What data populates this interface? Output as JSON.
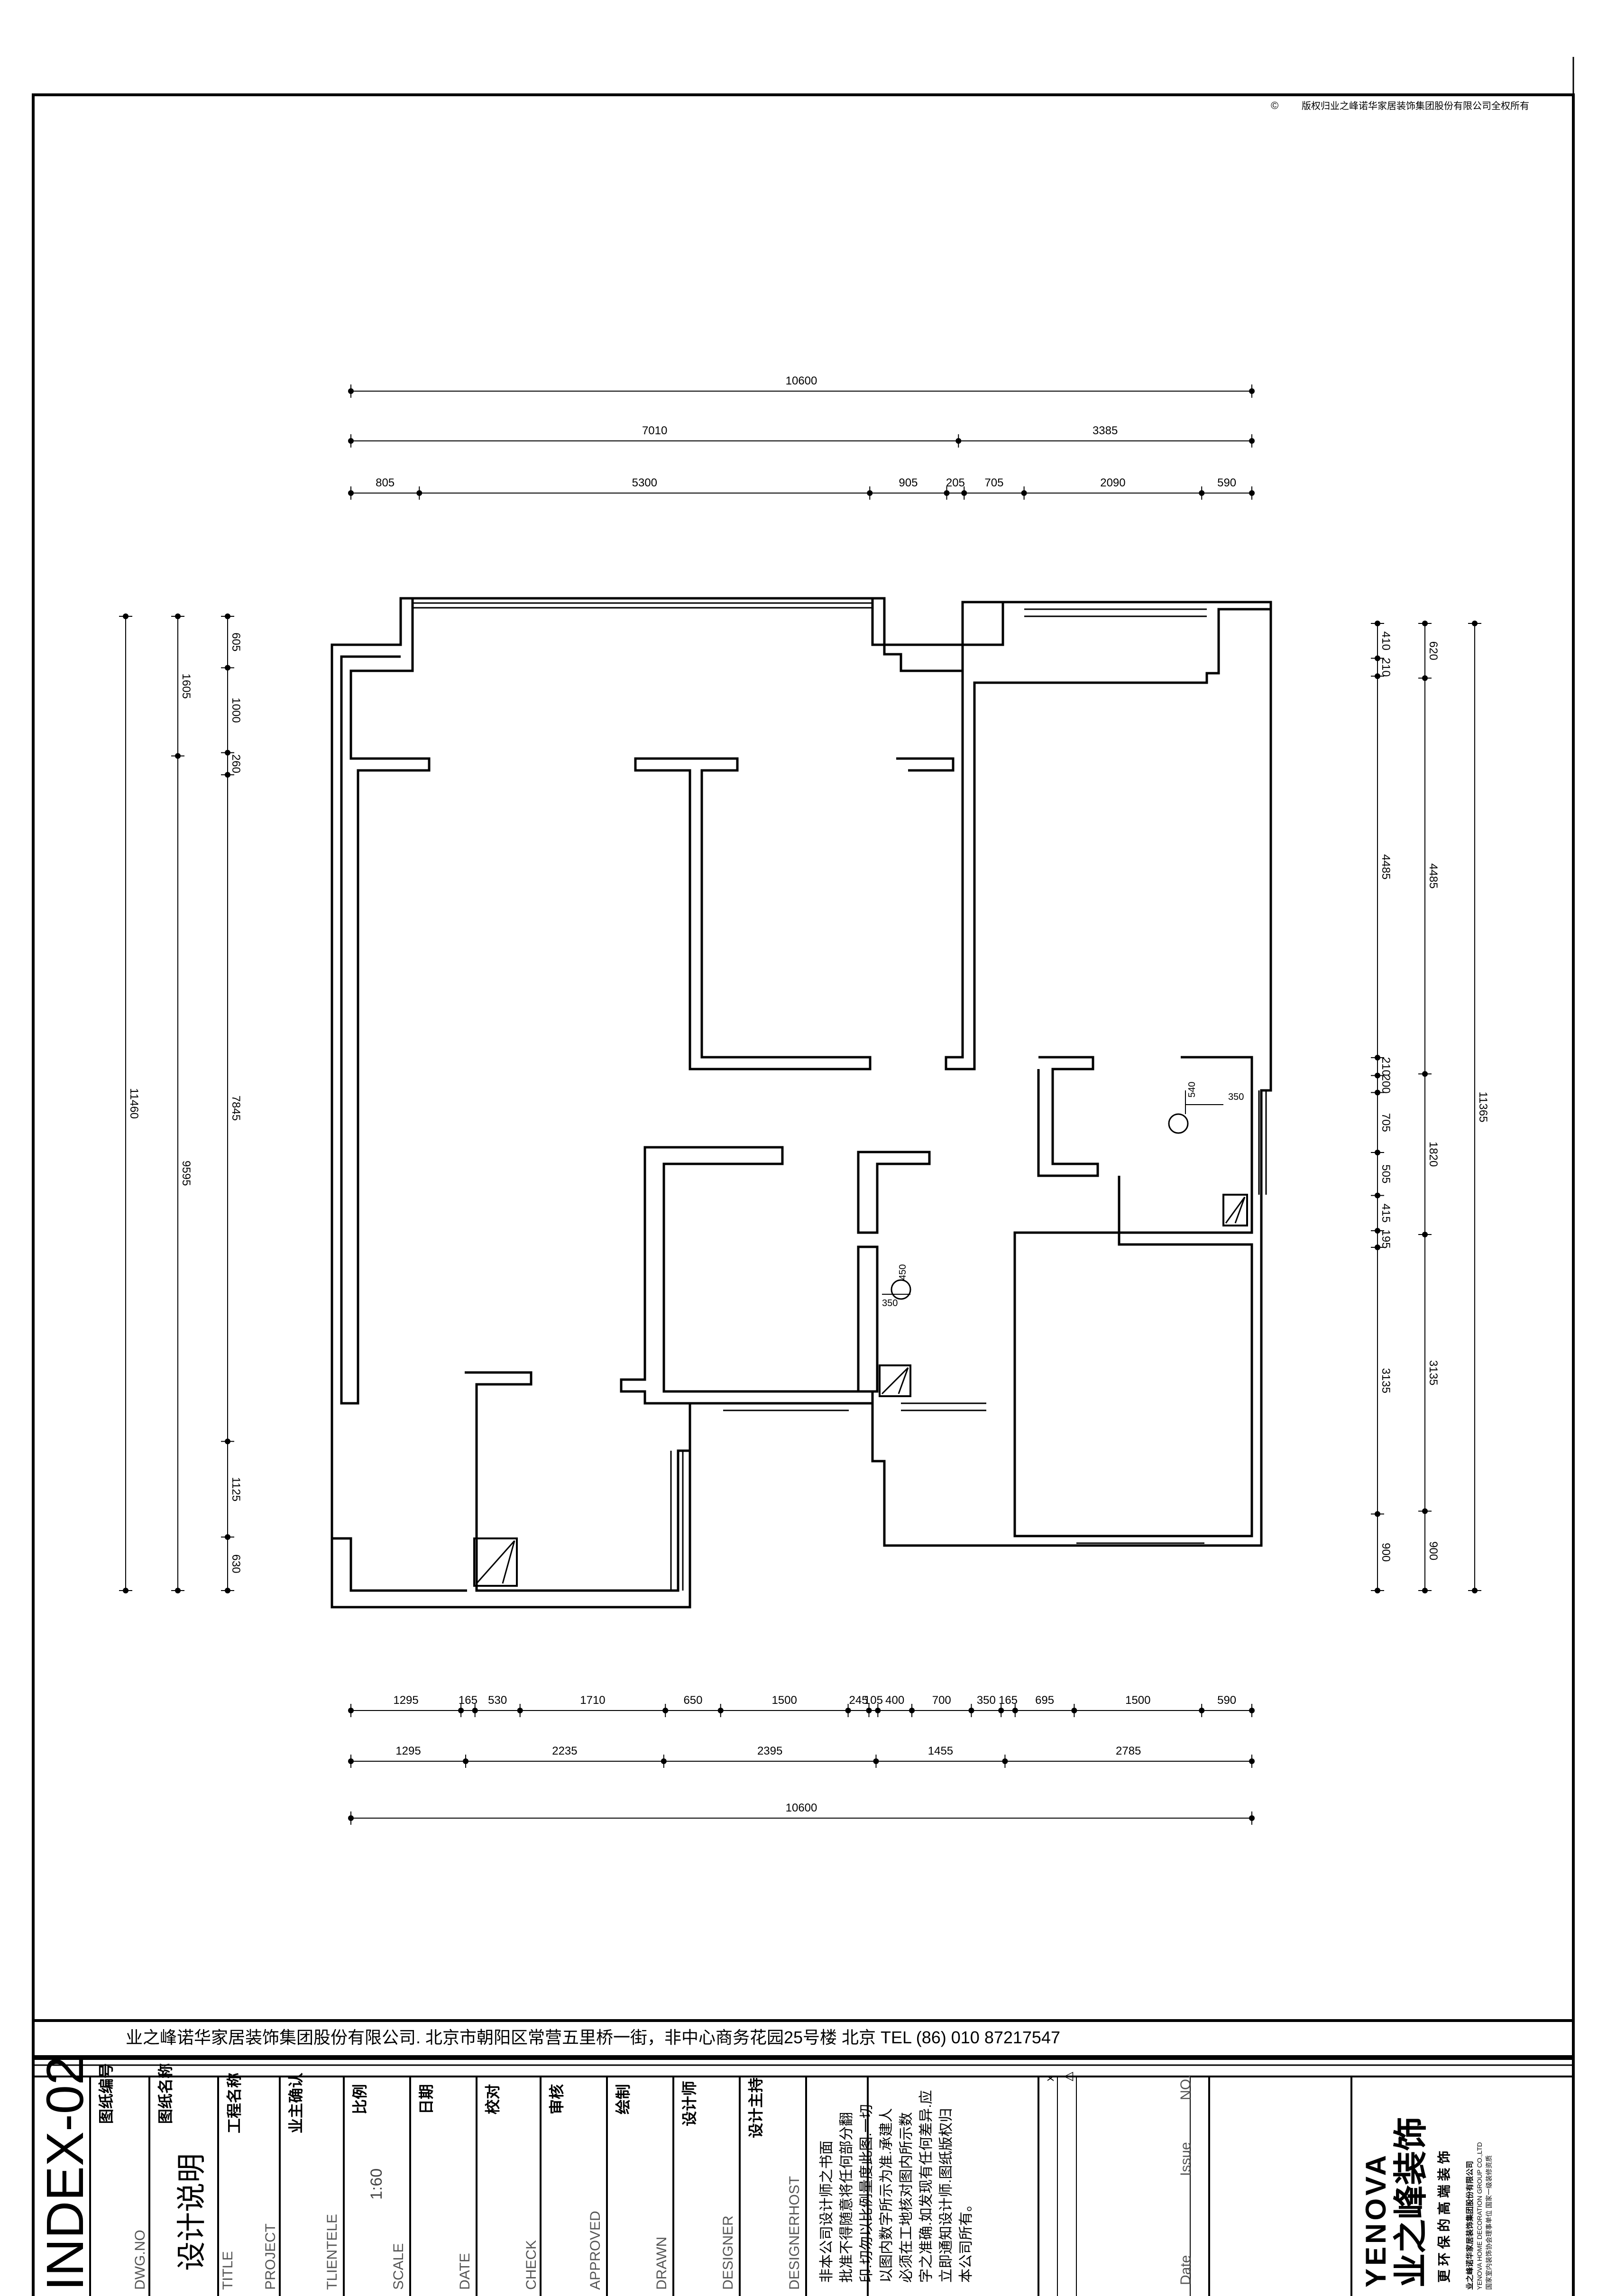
{
  "copyright": "版权归业之峰诺华家居装饰集团股份有限公司全权所有",
  "copyright_symbol": "©",
  "dims": {
    "top_total": "10600",
    "top_mid": [
      "7010",
      "3385"
    ],
    "top_detail": [
      "805",
      "5300",
      "905",
      "205",
      "705",
      "2090",
      "590"
    ],
    "bottom_detail": [
      "1295",
      "165",
      "530",
      "1710",
      "650",
      "1500",
      "245",
      "105",
      "400",
      "700",
      "350",
      "165",
      "695",
      "1500",
      "590"
    ],
    "bottom_mid": [
      "1295",
      "2235",
      "2395",
      "1455",
      "2785"
    ],
    "bottom_total": "10600",
    "left_outer": "11460",
    "left_mid": [
      "1605",
      "9595"
    ],
    "left_inner": [
      "605",
      "1000",
      "260",
      "7845",
      "1125",
      "630"
    ],
    "right_inner": [
      "410",
      "210",
      "4485",
      "210",
      "200",
      "705",
      "505",
      "415",
      "195",
      "3135",
      "900"
    ],
    "right_mid": [
      "620",
      "4485",
      "1820",
      "3135",
      "900"
    ],
    "right_outer": "11365",
    "fixtures": [
      "540",
      "350",
      "450",
      "350"
    ]
  },
  "company_line": "业之峰诺华家居装饰集团股份有限公司. 北京市朝阳区常营五里桥一街，非中心商务花园25号楼    北京    TEL    (86)  010  87217547",
  "title_block": {
    "drawing_no_label": "图纸编号",
    "drawing_no_en": "DWG.NO",
    "drawing_no": "INDEX-02",
    "title_label": "图纸名称",
    "title_en": "TITLE",
    "title": "设计说明",
    "project_label": "工程名称",
    "project_en": "PROJECT",
    "client_label": "业主确认",
    "client_en": "TLIENTELE",
    "scale_label": "比例",
    "scale_en": "SCALE",
    "scale": "1:60",
    "date_label": "日期",
    "date_en": "DATE",
    "check_label": "校对",
    "check_en": "CHECK",
    "approved_label": "审核",
    "approved_en": "APPROVED",
    "drawn_label": "绘制",
    "drawn_en": "DRAWN",
    "designer_label": "设计师",
    "designer_en": "DESIGNER",
    "host_label": "设计主持",
    "host_en": "DESIGNERHOST",
    "notes": [
      "非本公司设计师之书面",
      "批准不得随意将任何部分翻",
      "印.切勿以比例量度此图.一切",
      "以图内数字所示为准.承建人",
      "必须在工地核对图内所示数",
      "字之准确.如发现有任何差异.应",
      "立即通知设计师.图纸版权归",
      "本公司所有。"
    ],
    "revision_no": "NO.",
    "revision_issue": "Issue",
    "revision_date": "Date",
    "revision_triangle": "△",
    "revision_x": "x"
  },
  "brand": {
    "name_en": "YENOVA",
    "name_cn": "业之峰装饰",
    "slogan": "更 环 保 的 高 端 装 饰",
    "company_cn": "业之峰诺华家居装饰集团股份有限公司",
    "company_en": "YENOVA HOME DECORATION GROUP CO.,LTD",
    "company_small": "国家室内装饰协会理事单位 国家一级装修资质"
  }
}
